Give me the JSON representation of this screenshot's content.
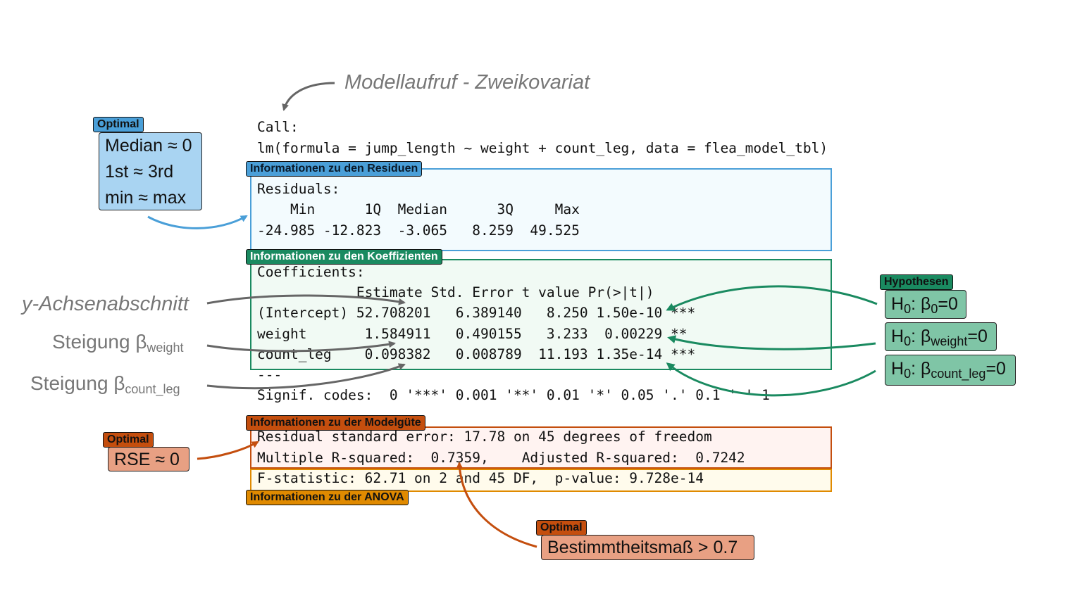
{
  "title": "Modellaufruf - Zweikovariat",
  "colors": {
    "blue": "#4a9fd8",
    "green": "#1a8a60",
    "orange_dark": "#c44e0e",
    "orange": "#e08a00",
    "gray": "#666666"
  },
  "console": {
    "call_header": "Call:",
    "call": "lm(formula = jump_length ~ weight + count_leg, data = flea_model_tbl)",
    "residuals_header": "Residuals:",
    "residuals_cols": "    Min      1Q  Median      3Q     Max ",
    "residuals_vals": "-24.985 -12.823  -3.065   8.259  49.525 ",
    "coef_header": "Coefficients:",
    "coef_cols": "            Estimate Std. Error t value Pr(>|t|)    ",
    "coef_rows": [
      "(Intercept) 52.708201   6.389140   8.250 1.50e-10 ***",
      "weight       1.584911   0.490155   3.233  0.00229 ** ",
      "count_leg    0.098382   0.008789  11.193 1.35e-14 ***"
    ],
    "sep": "---",
    "signif": "Signif. codes:  0 '***' 0.001 '**' 0.01 '*' 0.05 '.' 0.1 ' ' 1",
    "rse": "Residual standard error: 17.78 on 45 degrees of freedom",
    "rsq": "Multiple R-squared:  0.7359,\tAdjusted R-squared:  0.7242 ",
    "fstat": "F-statistic: 62.71 on 2 and 45 DF,  p-value: 9.728e-14"
  },
  "sections": {
    "residuals": "Informationen zu den Residuen",
    "coefficients": "Informationen zu den Koeffizienten",
    "fit": "Informationen zu der Modelgüte",
    "anova": "Informationen zu der ANOVA"
  },
  "annotations": {
    "residuals_optimal": {
      "tag": "Optimal",
      "lines": [
        "Median ≈ 0",
        "1st ≈ 3rd",
        "min ≈ max"
      ]
    },
    "intercept_label": "y-Achsenabschnitt",
    "slope_prefix": "Steigung β",
    "slope_weight_sub": "weight",
    "slope_count_sub": "count_leg",
    "hypotheses": {
      "tag": "Hypothesen",
      "h_prefix": "H",
      "h_sub": "0",
      "items": [
        {
          "beta": "β",
          "sub": "0",
          "rest": "=0"
        },
        {
          "beta": "β",
          "sub": "weight",
          "rest": "=0"
        },
        {
          "beta": "β",
          "sub": "count_leg",
          "rest": "=0"
        }
      ]
    },
    "rse_optimal": {
      "tag": "Optimal",
      "text": "RSE ≈ 0"
    },
    "r2_optimal": {
      "tag": "Optimal",
      "text": "Bestimmtheitsmaß > 0.7"
    }
  }
}
